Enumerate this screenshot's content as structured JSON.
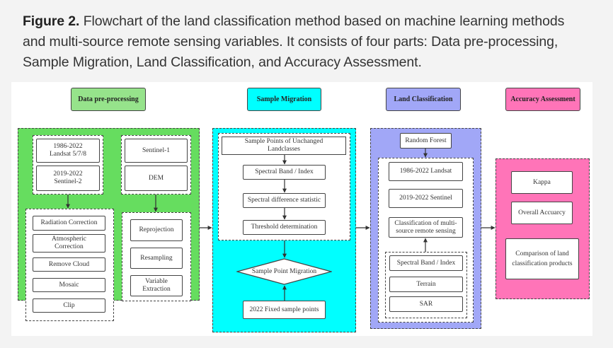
{
  "page": {
    "collapse_icon": "chevron-up-icon",
    "caption": {
      "label": "Figure 2.",
      "text": " Flowchart of the land classification method based on machine learning methods and multi-source remote sensing variables. It consists of four parts: Data pre-processing, Sample Migration, Land Classification, and Accuracy Assessment."
    }
  },
  "diagram": {
    "colors": {
      "data_preprocessing": "#66dd5f",
      "data_preprocessing_header": "#96e38b",
      "sample_migration": "#00ffff",
      "land_classification": "#a1a7f7",
      "accuracy_assessment": "#ff74b8"
    },
    "data_preprocessing": {
      "title": "Data pre-processing",
      "optical_sources": [
        "1986-2022\nLandsat 5/7/8",
        "2019-2022\nSentinel-2"
      ],
      "other_sources": [
        "Sentinel-1",
        "DEM"
      ],
      "optical_steps": [
        "Radiation Correction",
        "Atmospheric\nCorrection",
        "Remove Cloud",
        "Mosaic",
        "Clip"
      ],
      "other_steps": [
        "Reprojection",
        "Resampling",
        "Variable\nExtraction"
      ]
    },
    "sample_migration": {
      "title": "Sample Migration",
      "steps": [
        "Sample Points of Unchanged\nLandclasses",
        "Spectral Band / Index",
        "Spectral difference statistic",
        "Threshold determination"
      ],
      "decision": "Sample Point Migration",
      "fixed_points": "2022 Fixed sample points"
    },
    "land_classification": {
      "title": "Land Classification",
      "model": "Random Forest",
      "data": [
        "1986-2022 Landsat",
        "2019-2022 Sentinel",
        "Classification of multi-\nsource remote sensing"
      ],
      "features": [
        "Spectral Band / Index",
        "Terrain",
        "SAR"
      ]
    },
    "accuracy_assessment": {
      "title": "Accuracy Assessment",
      "metrics": [
        "Kappa",
        "Overall Accuarcy",
        "Comparison of land\nclassification products"
      ]
    }
  }
}
